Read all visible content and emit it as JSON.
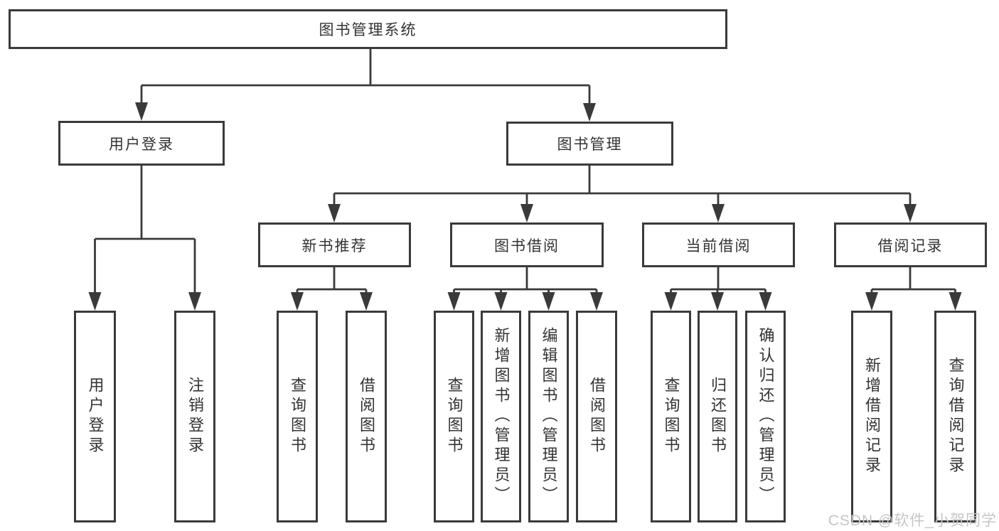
{
  "title": "图书管理系统",
  "watermark": "CSDN @软件_小贺同学",
  "colors": {
    "line": "#3a3a3a",
    "text": "#333333",
    "watermark": "#c6c6c6",
    "box_fill": "#ffffff",
    "background": "#ffffff"
  },
  "nodes": {
    "root": {
      "label": "图书管理系统"
    },
    "level2": [
      {
        "label": "用户登录"
      },
      {
        "label": "图书管理"
      }
    ],
    "level3": [
      {
        "label": "新书推荐"
      },
      {
        "label": "图书借阅"
      },
      {
        "label": "当前借阅"
      },
      {
        "label": "借阅记录"
      }
    ],
    "leaves": {
      "user_login": [
        {
          "label": "用户登录"
        },
        {
          "label": "注销登录"
        }
      ],
      "new_book_recommend": [
        {
          "label": "查询图书"
        },
        {
          "label": "借阅图书"
        }
      ],
      "book_borrow": [
        {
          "label": "查询图书"
        },
        {
          "label": "新增图书（管理员）"
        },
        {
          "label": "编辑图书（管理员）"
        },
        {
          "label": "借阅图书"
        }
      ],
      "current_borrow": [
        {
          "label": "查询图书"
        },
        {
          "label": "归还图书"
        },
        {
          "label": "确认归还（管理员）"
        }
      ],
      "borrow_record": [
        {
          "label": "新增借阅记录"
        },
        {
          "label": "查询借阅记录"
        }
      ]
    }
  }
}
